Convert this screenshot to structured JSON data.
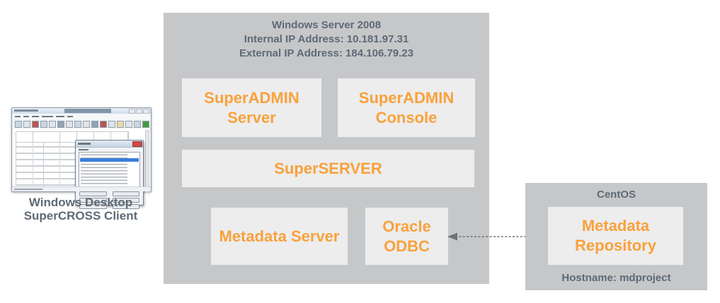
{
  "client": {
    "caption_lines": [
      "Windows Desktop",
      "SuperCROSS Client"
    ]
  },
  "windows_server": {
    "title": "Windows Server 2008",
    "internal_ip": "Internal IP Address: 10.181.97.31",
    "external_ip": "External IP Address: 184.106.79.23",
    "nodes": {
      "superadmin_server": {
        "lines": [
          "SuperADMIN",
          "Server"
        ]
      },
      "superadmin_console": {
        "lines": [
          "SuperADMIN",
          "Console"
        ]
      },
      "superserver": {
        "lines": [
          "SuperSERVER"
        ]
      },
      "metadata_server": {
        "lines": [
          "Metadata Server"
        ]
      },
      "oracle_odbc": {
        "lines": [
          "Oracle",
          "ODBC"
        ]
      }
    }
  },
  "centos": {
    "title": "CentOS",
    "node": {
      "lines": [
        "Metadata",
        "Repository"
      ]
    },
    "hostname": "Hostname: mdproject"
  },
  "colors": {
    "container_gray": "#c6c7c9",
    "node_bg": "#ededee",
    "accent_orange": "#f9a13c",
    "slate_text": "#5d6a76",
    "arrow_gray": "#6f7173",
    "dialog_highlight_blue": "#3a7edd",
    "close_red": "#cf4a43",
    "toolbar_green": "#3f9e3f"
  }
}
